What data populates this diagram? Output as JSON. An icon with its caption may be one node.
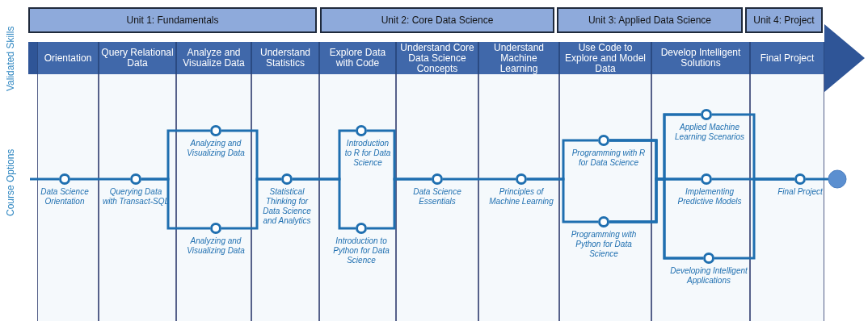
{
  "diagram": {
    "nodes": [
      {
        "text": [
          "Unit 1: Fundamentals"
        ]
      },
      {
        "text": [
          "Unit 2: Core Data Science"
        ]
      },
      {
        "text": [
          "Unit 3: Applied Data Science"
        ]
      },
      {
        "text": [
          "Unit 4: Project"
        ]
      },
      {
        "text": [],
        "shape": "arrow"
      },
      {
        "text": [
          "Orientation"
        ],
        "in": 4
      },
      {
        "text": [
          "Query Relational Data"
        ],
        "in": 4
      },
      {
        "text": [
          "Analyze and Visualize Data"
        ],
        "in": 4
      },
      {
        "text": [
          "Understand Statistics"
        ],
        "in": 4
      },
      {
        "text": [
          "Explore Data with Code"
        ],
        "in": 4
      },
      {
        "text": [
          "Understand Core Data Science Concepts"
        ],
        "in": 4
      },
      {
        "text": [
          "Understand Machine Learning"
        ],
        "in": 4
      },
      {
        "text": [
          "Use Code to Explore and Model Data"
        ],
        "in": 4
      },
      {
        "text": [
          "Develop Intelligent Solutions"
        ],
        "in": 4
      },
      {
        "text": [
          "Final Project"
        ],
        "in": 4
      },
      {
        "text": [
          "Data Science Orientation"
        ]
      },
      {
        "text": [
          "Querying Data with Transact-SQL"
        ]
      },
      {
        "text": [
          "Analyzing and Visualizing Data"
        ]
      },
      {
        "text": [
          "Analyzing and Visualizing Data"
        ]
      },
      {
        "text": [
          "Statistical Thinking for Data Science and Analytics"
        ]
      },
      {
        "text": [
          "Introduction to R for Data Science"
        ]
      },
      {
        "text": [
          "Introduction to Python for Data Science"
        ]
      },
      {
        "text": [
          "Data Science Essentials"
        ]
      },
      {
        "text": [
          "Principles of Machine Learning"
        ]
      },
      {
        "text": [
          "Programming with R for Data Science"
        ]
      },
      {
        "text": [
          "Programming with Python for Data Science"
        ]
      },
      {
        "text": [
          "Applied Machine Learning Scenarios"
        ]
      },
      {
        "text": [
          "Implementing Predictive Models"
        ]
      },
      {
        "text": [
          "Developing Intelligent Applications"
        ]
      },
      {
        "text": [
          "Final Project"
        ]
      },
      {
        "text": [],
        "shape": "circle"
      }
    ],
    "edges": [
      {
        "from": null,
        "to": 15,
        "arrow": "none"
      },
      {
        "from": 15,
        "to": 16,
        "arrow": "none"
      },
      {
        "from": 16,
        "to": 17,
        "arrow": "none"
      },
      {
        "from": 16,
        "to": 18,
        "arrow": "none"
      },
      {
        "from": 17,
        "to": 19,
        "arrow": "none"
      },
      {
        "from": 18,
        "to": 19,
        "arrow": "none"
      },
      {
        "from": 19,
        "to": 20,
        "arrow": "none"
      },
      {
        "from": 19,
        "to": 21,
        "arrow": "none"
      },
      {
        "from": 20,
        "to": 22,
        "arrow": "none"
      },
      {
        "from": 21,
        "to": 22,
        "arrow": "none"
      },
      {
        "from": 22,
        "to": 23,
        "arrow": "none"
      },
      {
        "from": 23,
        "to": 24,
        "arrow": "none"
      },
      {
        "from": 23,
        "to": 25,
        "arrow": "none"
      },
      {
        "from": 24,
        "to": 26,
        "arrow": "none"
      },
      {
        "from": 24,
        "to": 27,
        "arrow": "none"
      },
      {
        "from": 24,
        "to": 28,
        "arrow": "none"
      },
      {
        "from": 25,
        "to": 26,
        "arrow": "none"
      },
      {
        "from": 25,
        "to": 27,
        "arrow": "none"
      },
      {
        "from": 25,
        "to": 28,
        "arrow": "none"
      },
      {
        "from": 26,
        "to": 29,
        "arrow": "none"
      },
      {
        "from": 27,
        "to": 29,
        "arrow": "none"
      },
      {
        "from": 28,
        "to": 29,
        "arrow": "none"
      },
      {
        "from": 29,
        "to": 30,
        "arrow": "none"
      }
    ],
    "labels": [
      "Validated Skills",
      "Course Options"
    ]
  }
}
